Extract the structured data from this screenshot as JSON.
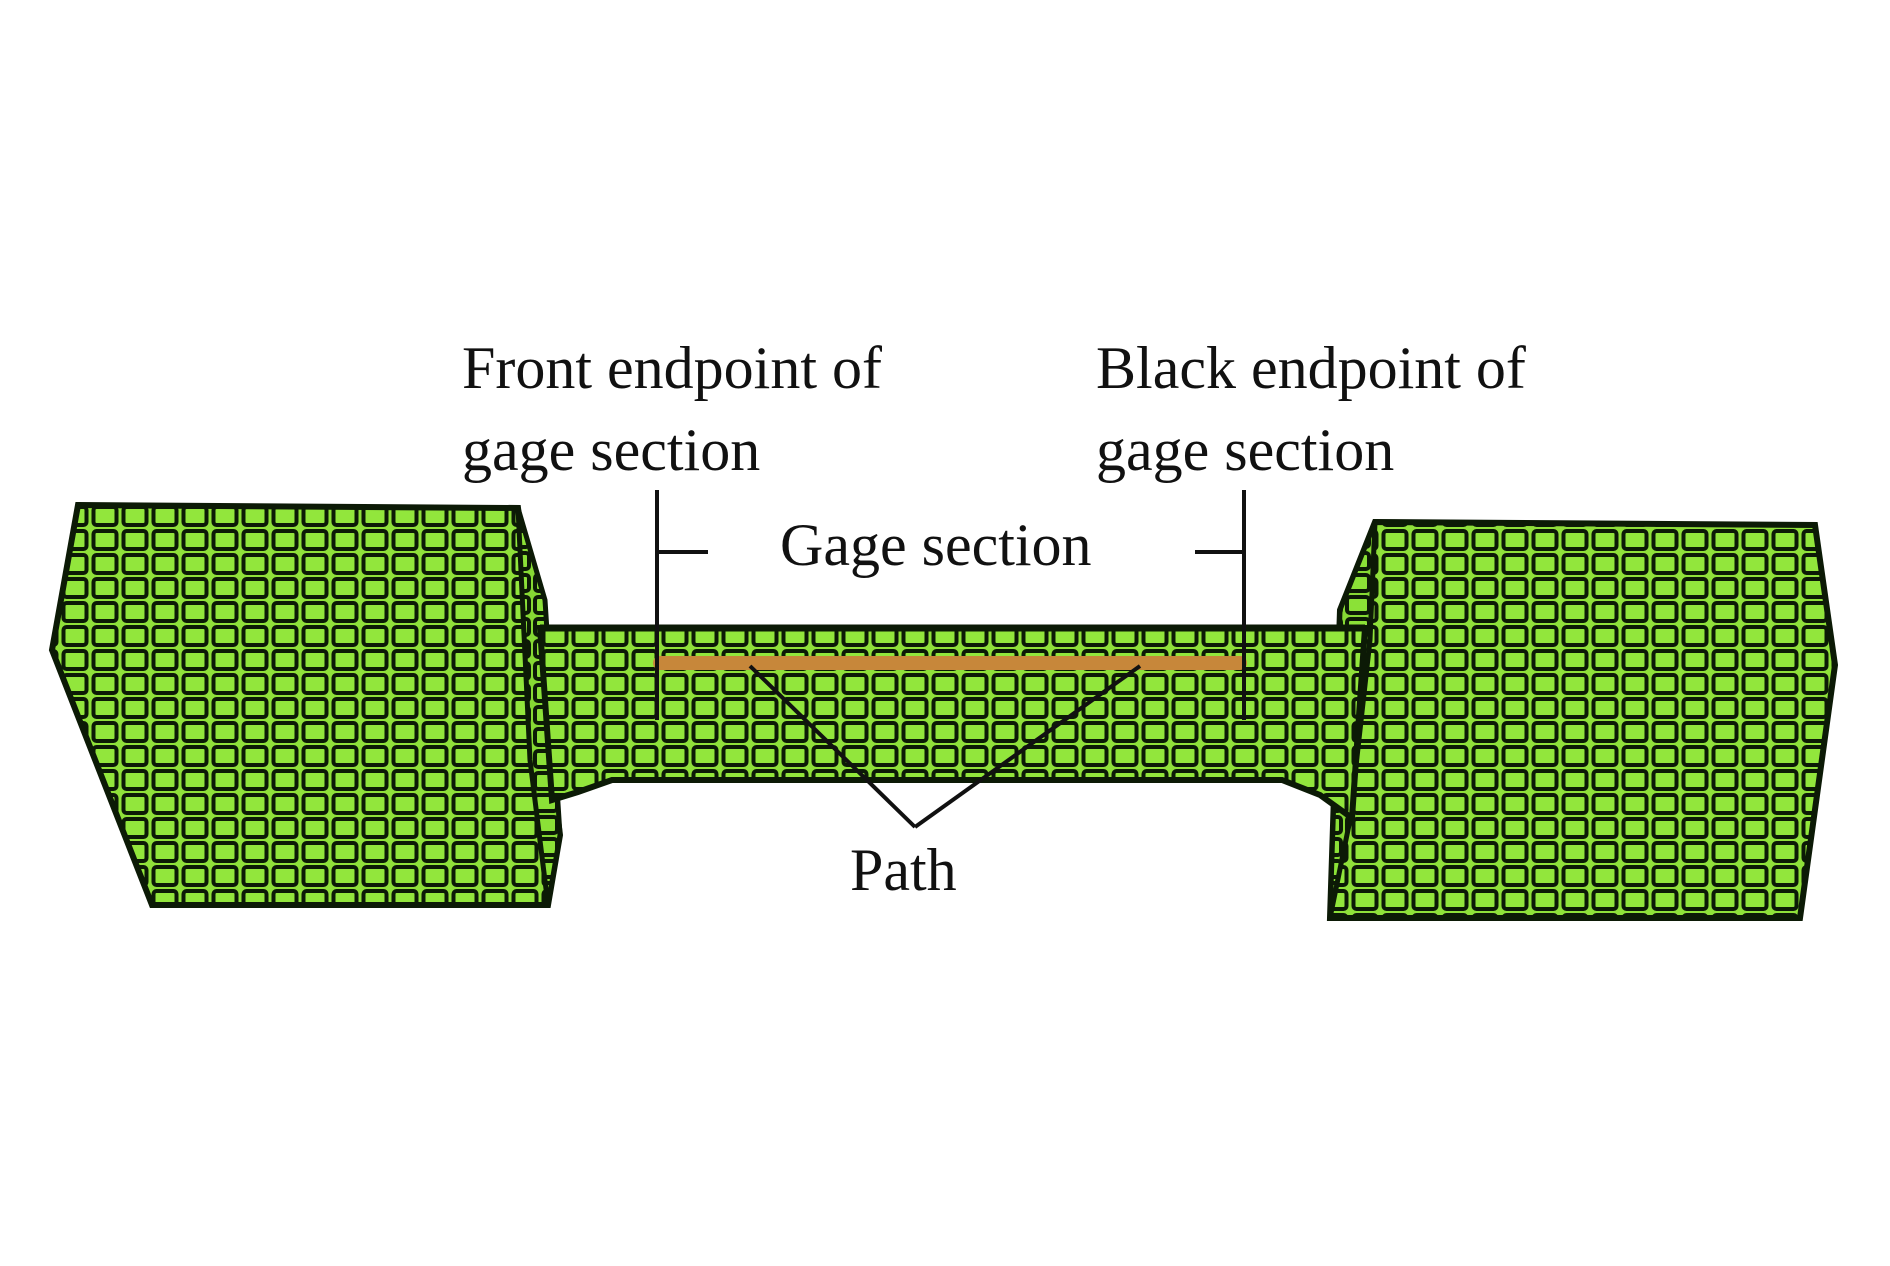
{
  "labels": {
    "front_endpoint": [
      "Front endpoint of",
      "gage section"
    ],
    "back_endpoint": [
      "Black endpoint of",
      "gage section"
    ],
    "gage_section": "Gage section",
    "path": "Path"
  },
  "colors": {
    "mesh_fill": "#8fe03a",
    "mesh_line": "#0c1a06",
    "path_line": "#c7873a",
    "leader": "#111111"
  }
}
